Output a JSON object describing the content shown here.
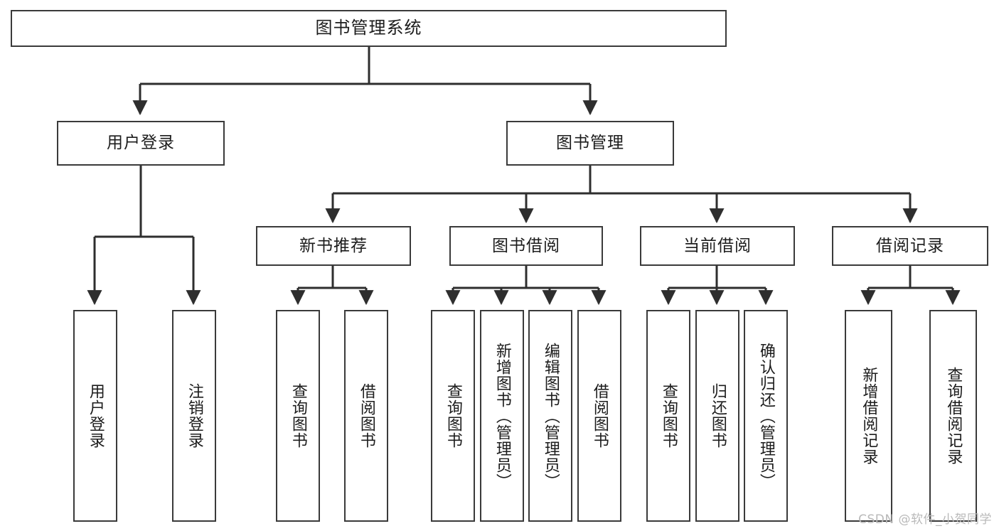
{
  "diagram": {
    "title": "图书管理系统",
    "type": "tree-hierarchy-chart",
    "watermark": "CSDN @软件_小贺同学",
    "colors": {
      "box_border": "#3a3a3a",
      "box_fill": "#ffffff",
      "edge": "#2e2e2e",
      "text": "#1c1c1c",
      "watermark": "#b9b9b9"
    },
    "nodes": {
      "root": {
        "label": "图书管理系统"
      },
      "level2": [
        {
          "id": "user-login",
          "label": "用户登录"
        },
        {
          "id": "book-manage",
          "label": "图书管理"
        }
      ],
      "level3": [
        {
          "id": "new-book-recommend",
          "label": "新书推荐"
        },
        {
          "id": "book-borrow",
          "label": "图书借阅"
        },
        {
          "id": "current-borrow",
          "label": "当前借阅"
        },
        {
          "id": "borrow-record",
          "label": "借阅记录"
        }
      ],
      "leaves": {
        "user-login": [
          {
            "id": "leaf-user-login",
            "label": "用户登录"
          },
          {
            "id": "leaf-logout-login",
            "label": "注销登录"
          }
        ],
        "new-book-recommend": [
          {
            "id": "leaf-query-book-1",
            "label": "查询图书"
          },
          {
            "id": "leaf-borrow-book-1",
            "label": "借阅图书"
          }
        ],
        "book-borrow": [
          {
            "id": "leaf-query-book-2",
            "label": "查询图书"
          },
          {
            "id": "leaf-add-book",
            "label": "新增图书（管理员）"
          },
          {
            "id": "leaf-edit-book",
            "label": "编辑图书（管理员）"
          },
          {
            "id": "leaf-borrow-book-2",
            "label": "借阅图书"
          }
        ],
        "current-borrow": [
          {
            "id": "leaf-query-book-3",
            "label": "查询图书"
          },
          {
            "id": "leaf-return-book",
            "label": "归还图书"
          },
          {
            "id": "leaf-confirm-return",
            "label": "确认归还（管理员）"
          }
        ],
        "borrow-record": [
          {
            "id": "leaf-add-record",
            "label": "新增借阅记录"
          },
          {
            "id": "leaf-query-record",
            "label": "查询借阅记录"
          }
        ]
      }
    }
  }
}
